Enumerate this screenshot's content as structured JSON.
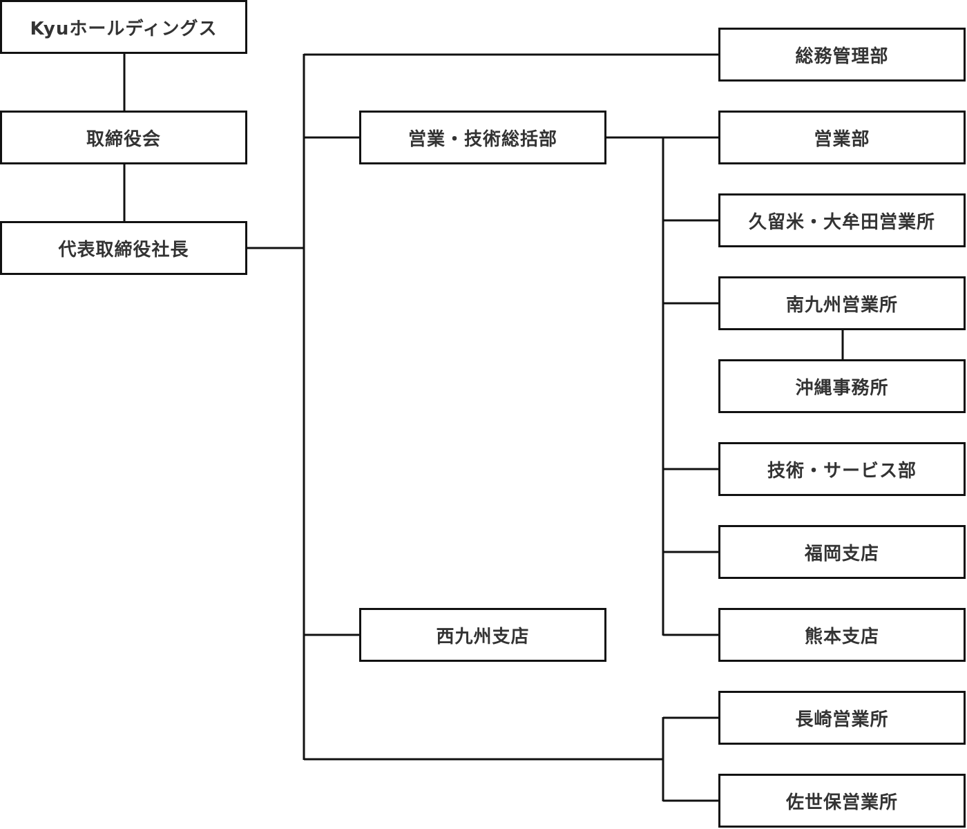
{
  "left": {
    "holdings": "Kyuホールディングス",
    "board": "取締役会",
    "president": "代表取締役社長"
  },
  "middle": {
    "sales_tech_hq": "営業・技術総括部",
    "west_kyushu": "西九州支店"
  },
  "right": {
    "general_affairs": "総務管理部",
    "sales": "営業部",
    "kurume_omuta": "久留米・大牟田営業所",
    "south_kyushu": "南九州営業所",
    "okinawa": "沖縄事務所",
    "tech_service": "技術・サービス部",
    "fukuoka": "福岡支店",
    "kumamoto": "熊本支店",
    "nagasaki": "長崎営業所",
    "sasebo": "佐世保営業所"
  }
}
